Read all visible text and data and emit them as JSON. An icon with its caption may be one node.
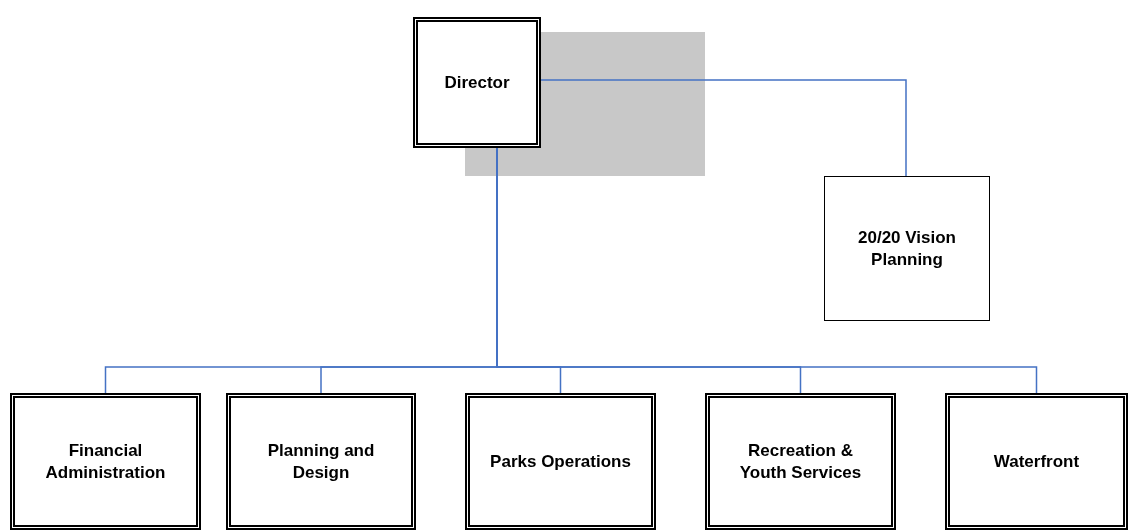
{
  "diagram": {
    "nodes": [
      {
        "text": [
          "Director"
        ]
      },
      {
        "text": [
          "20/20 Vision Planning"
        ]
      },
      {
        "text": [
          "Financial Administration"
        ]
      },
      {
        "text": [
          "Planning and Design"
        ]
      },
      {
        "text": [
          "Parks Operations"
        ]
      },
      {
        "text": [
          "Recreation & Youth Services"
        ]
      },
      {
        "text": [
          "Waterfront"
        ]
      }
    ],
    "edges": [
      {
        "from": 0,
        "to": 1,
        "arrow": "none"
      },
      {
        "from": 0,
        "to": 2,
        "arrow": "none"
      },
      {
        "from": 0,
        "to": 3,
        "arrow": "none"
      },
      {
        "from": 0,
        "to": 4,
        "arrow": "none"
      },
      {
        "from": 0,
        "to": 5,
        "arrow": "none"
      },
      {
        "from": 0,
        "to": 6,
        "arrow": "none"
      }
    ]
  }
}
